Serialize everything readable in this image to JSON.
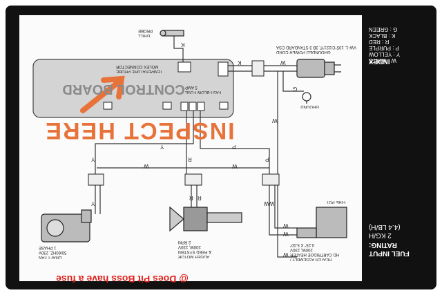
{
  "caption": "@ Does Pit Boss have a fuse",
  "overlay": {
    "inspect_text": "INSPECT HERE"
  },
  "control_board": {
    "label": "CONTROL BOARD",
    "temp_probe_connector": "TEMPERATURE PROBE\nMOLEX CONNECTOR",
    "fuse_label": "FAST-BLOW FUSE\n5 AMP"
  },
  "fuel_input": {
    "title": "FUEL INPUT\nRATING:",
    "value": "2 KG/H\n(4.4 LB/H)"
  },
  "index": {
    "title": "INDEX",
    "items": [
      "W : WHITE",
      "Y : YELLOW",
      "P : PURPLE",
      "R : RED",
      "K : BLACK",
      "G : GREEN"
    ]
  },
  "components": {
    "grill_probe": "GRILL\nPROBE",
    "power_cord": "GROUNDED POWER CORD\nVW-1, 105°C/221°F, 3B 3 STANDARD CSA",
    "ground": "GROUND",
    "fire_pot": "FIRE POT",
    "draft_fan": "DRAFT FAN\n50/60HZ, 230V\n1 PHASE",
    "auger": "AUGER MOTOR\n& FEED SYSTEM\n200W, 230V\n2 RPM",
    "heater": "HEATER ASSEMBLY /\nHD CARTRIDGE HEATER\n200W, 230V\n0.25\" X 5.00\""
  },
  "wire_labels": {
    "k1": "K",
    "k2": "K",
    "w1": "W",
    "g1": "G",
    "w2": "W",
    "p1": "P",
    "y1": "Y",
    "w3": "W",
    "r1": "R",
    "w4": "W",
    "p2": "P",
    "y2": "Y",
    "y3": "Y",
    "r2": "R",
    "r3": "R",
    "ww": "WW",
    "w5": "W",
    "w6": "W",
    "w7": "W"
  },
  "colors": {
    "accent": "#e8733a",
    "caption": "#e0201a",
    "frame": "#111111",
    "board_fill": "#d4d4d4"
  }
}
